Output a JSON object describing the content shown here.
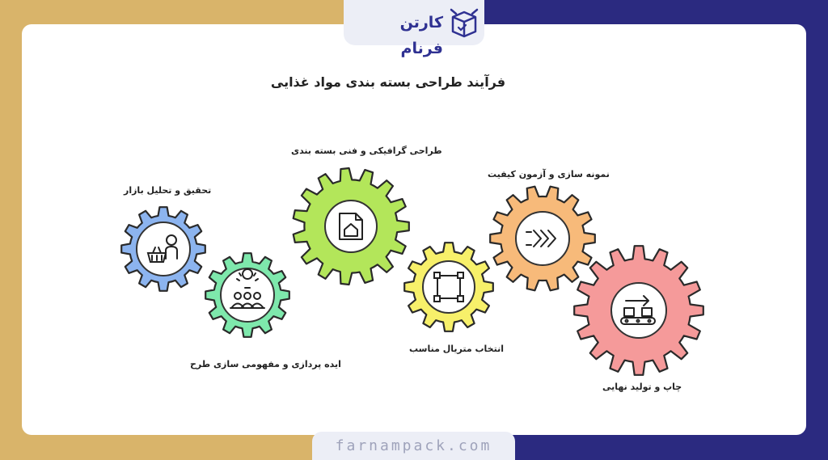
{
  "logo": {
    "brand_text": "کارتن فرنام"
  },
  "footer": {
    "url": "farnampack.com"
  },
  "diagram": {
    "title": "فرآیند طراحی بسته بندی مواد غذایی",
    "steps": [
      {
        "label": "تحقیق و تحلیل بازار",
        "icon": "shopping-basket-person-icon",
        "color": "#8cb4ef"
      },
      {
        "label": "ایده پردازی و مفهومی سازی طرح",
        "icon": "lightbulb-people-icon",
        "color": "#7ee8ac"
      },
      {
        "label": "طراحی گرافیکی و فنی بسته بندی",
        "icon": "document-home-icon",
        "color": "#b3e65a"
      },
      {
        "label": "انتخاب متریال مناسب",
        "icon": "vector-square-icon",
        "color": "#f7f06a"
      },
      {
        "label": "نمونه سازی و آزمون کیفیت",
        "icon": "fast-forward-arrows-icon",
        "color": "#f7ba7a"
      },
      {
        "label": "چاپ و تولید نهایی",
        "icon": "conveyor-belt-icon",
        "color": "#f59a9a"
      }
    ]
  }
}
